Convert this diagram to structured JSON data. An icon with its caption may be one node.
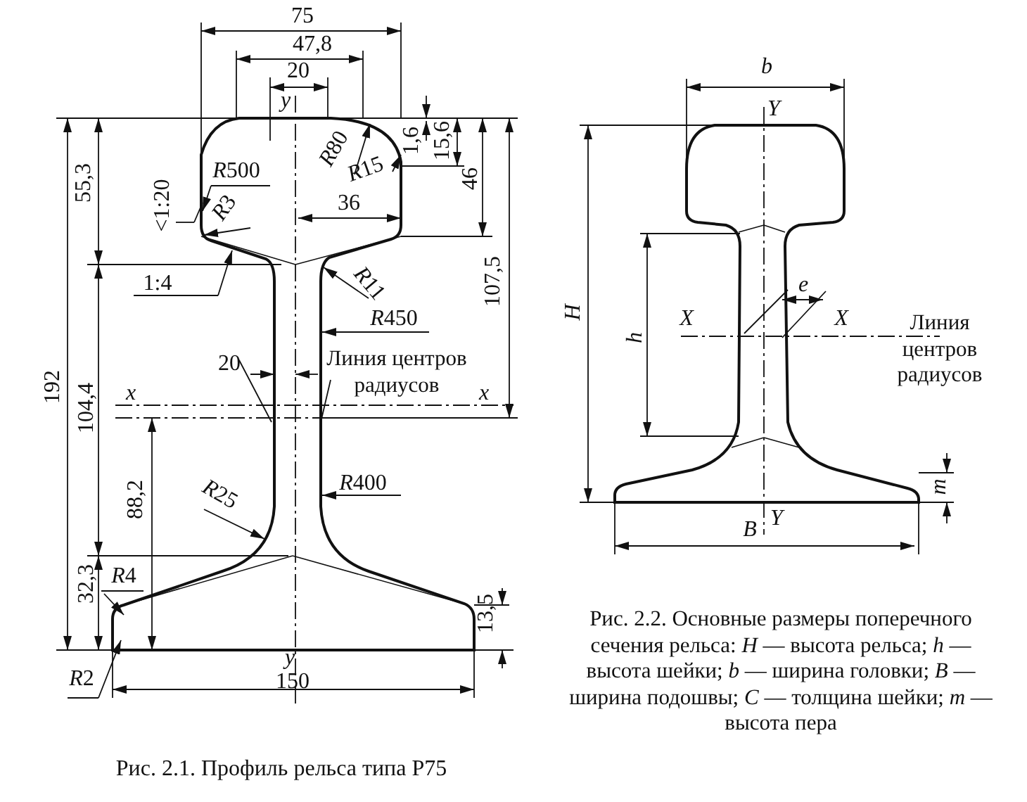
{
  "diagram": {
    "labels": [
      "75",
      "47,8",
      "20",
      "y",
      "R500",
      "<1:20",
      "R3",
      "R80",
      "R15",
      "1,6",
      "15,6",
      "46",
      "55,3",
      "36",
      "1:4",
      "R11",
      "R450",
      "107,5",
      "192",
      "104,4",
      "20",
      "Линия центров радиусов",
      "x",
      "x",
      "R400",
      "88,2",
      "R25",
      "32,3",
      "R4",
      "13,5",
      "R2",
      "y",
      "150",
      "Рис. 2.1. Профиль рельса типа Р75",
      "b",
      "Y",
      "H",
      "h",
      "e",
      "X",
      "X",
      "Линия центров радиусов",
      "m",
      "Y",
      "B",
      "Рис. 2.2. Основные размеры поперечного сечения рельса: *H* — высота рельса; *h* — высота шейки; *b* — ширина головки; *B* — ширина подошвы; *C* — толщина шейки; *m* — высота пера"
    ]
  }
}
